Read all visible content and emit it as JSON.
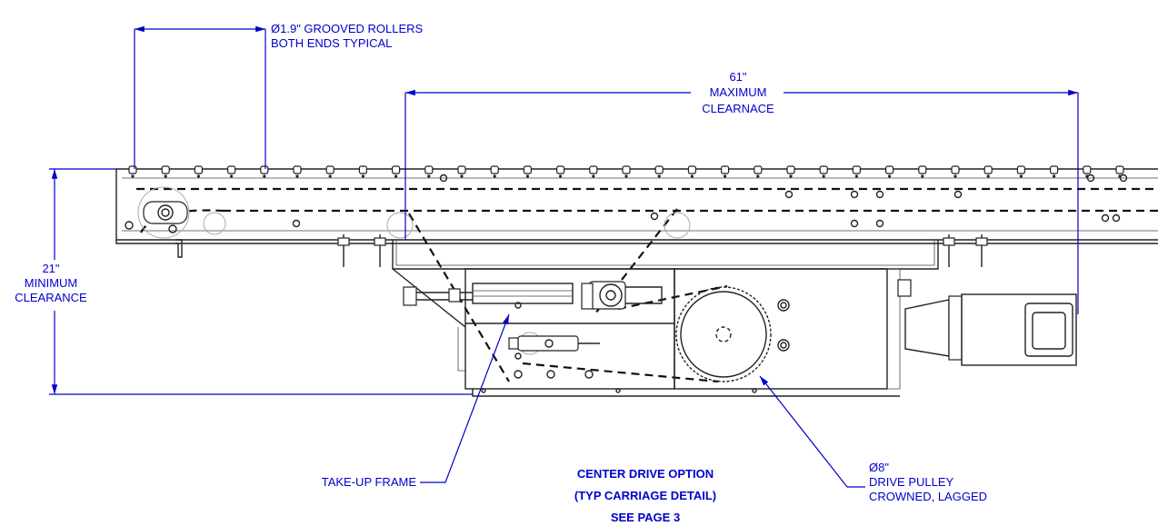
{
  "callouts": {
    "rollers": {
      "sym": "Ø",
      "line1": "1.9\" GROOVED ROLLERS",
      "line2": "BOTH ENDS TYPICAL"
    },
    "max_clearance": {
      "line1": "61\"",
      "line2": "MAXIMUM",
      "line3": "CLEARNACE"
    },
    "min_clearance": {
      "line1": "21\"",
      "line2": "MINIMUM",
      "line3": "CLEARANCE"
    },
    "take_up": {
      "label": "TAKE-UP FRAME"
    },
    "drive_pulley": {
      "line1": "Ø8\"",
      "line2": "DRIVE PULLEY",
      "line3": "CROWNED, LAGGED"
    }
  },
  "note": {
    "line1": "CENTER DRIVE OPTION",
    "line2": "(TYP CARRIAGE DETAIL)",
    "line3": "SEE PAGE 3"
  },
  "colors": {
    "dimension": "#0000cc",
    "object": "#222222"
  }
}
